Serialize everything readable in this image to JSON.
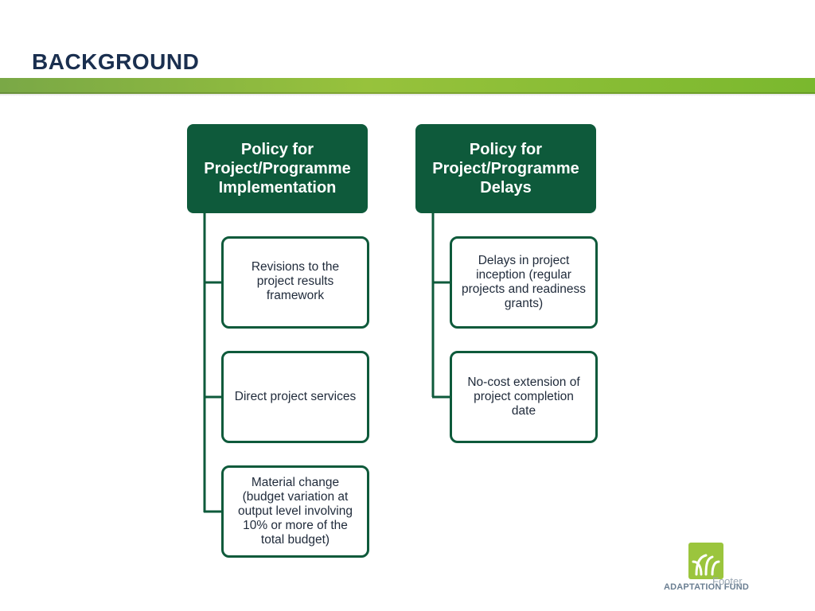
{
  "slide": {
    "title": "BACKGROUND",
    "footer": "Footer"
  },
  "branches": [
    {
      "title": "Policy for\nProject/Programme\nImplementation",
      "items": [
        "Revisions to the\nproject results\nframework",
        "Direct project services",
        "Material change\n(budget variation at\noutput level involving\n10% or more of the\ntotal budget)"
      ]
    },
    {
      "title": "Policy for\nProject/Programme\nDelays",
      "items": [
        "Delays in project\ninception (regular\nprojects and readiness\ngrants)",
        "No-cost extension of\nproject completion\ndate"
      ]
    }
  ],
  "logo": {
    "text": "ADAPTATION FUND"
  },
  "colors": {
    "dark_green": "#0e5a3b",
    "title_navy": "#1a2f4f",
    "bar_green": "#97c23c"
  }
}
